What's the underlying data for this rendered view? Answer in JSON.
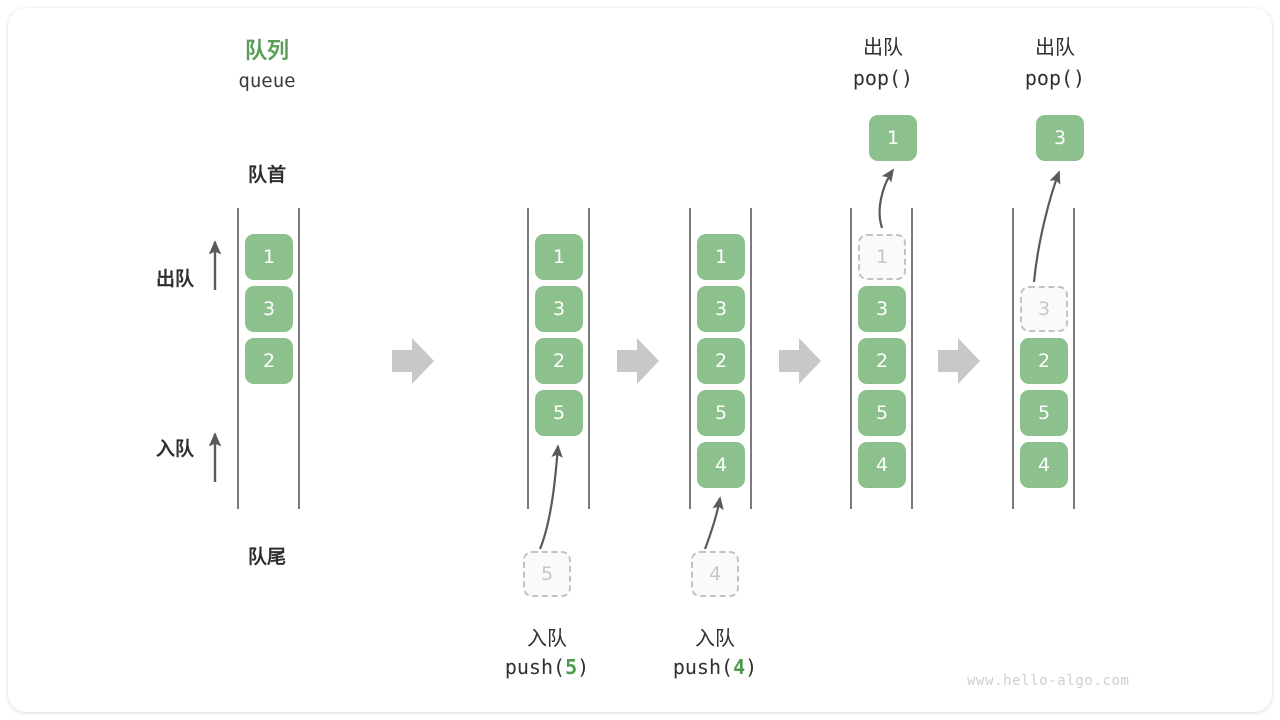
{
  "diagram": {
    "title_cn": "队列",
    "title_en": "queue",
    "front_label": "队首",
    "rear_label": "队尾",
    "dequeue_label": "出队",
    "enqueue_label": "入队",
    "watermark": "www.hello-algo.com",
    "colors": {
      "element_fill": "#8cc08c",
      "element_text": "#ffffff",
      "ghost_fill": "#fafafa",
      "ghost_border": "#c2c2c2",
      "ghost_text": "#c6c6c6",
      "rail": "#5a5a5a",
      "arrow": "#5a5a5a",
      "step_arrow": "#c8c8c8",
      "accent_green": "#5b9e5b",
      "text": "#2f2f2f"
    }
  },
  "steps": [
    {
      "id": "initial",
      "cells": [
        {
          "value": "1",
          "state": "filled"
        },
        {
          "value": "3",
          "state": "filled"
        },
        {
          "value": "2",
          "state": "filled"
        }
      ]
    },
    {
      "id": "after-push-5",
      "cells": [
        {
          "value": "1",
          "state": "filled"
        },
        {
          "value": "3",
          "state": "filled"
        },
        {
          "value": "2",
          "state": "filled"
        },
        {
          "value": "5",
          "state": "filled"
        }
      ],
      "incoming": {
        "value": "5",
        "state": "ghost"
      },
      "caption_cn": "入队",
      "caption_code_prefix": "push(",
      "caption_code_value": "5",
      "caption_code_suffix": ")"
    },
    {
      "id": "after-push-4",
      "cells": [
        {
          "value": "1",
          "state": "filled"
        },
        {
          "value": "3",
          "state": "filled"
        },
        {
          "value": "2",
          "state": "filled"
        },
        {
          "value": "5",
          "state": "filled"
        },
        {
          "value": "4",
          "state": "filled"
        }
      ],
      "incoming": {
        "value": "4",
        "state": "ghost"
      },
      "caption_cn": "入队",
      "caption_code_prefix": "push(",
      "caption_code_value": "4",
      "caption_code_suffix": ")"
    },
    {
      "id": "after-pop-1",
      "cells": [
        {
          "value": "1",
          "state": "ghost"
        },
        {
          "value": "3",
          "state": "filled"
        },
        {
          "value": "2",
          "state": "filled"
        },
        {
          "value": "5",
          "state": "filled"
        },
        {
          "value": "4",
          "state": "filled"
        }
      ],
      "popped": {
        "value": "1",
        "state": "filled"
      },
      "header_cn": "出队",
      "header_code": "pop()"
    },
    {
      "id": "after-pop-3",
      "cells": [
        {
          "value": "",
          "state": "empty"
        },
        {
          "value": "3",
          "state": "ghost"
        },
        {
          "value": "2",
          "state": "filled"
        },
        {
          "value": "5",
          "state": "filled"
        },
        {
          "value": "4",
          "state": "filled"
        }
      ],
      "popped": {
        "value": "3",
        "state": "filled"
      },
      "header_cn": "出队",
      "header_code": "pop()"
    }
  ]
}
